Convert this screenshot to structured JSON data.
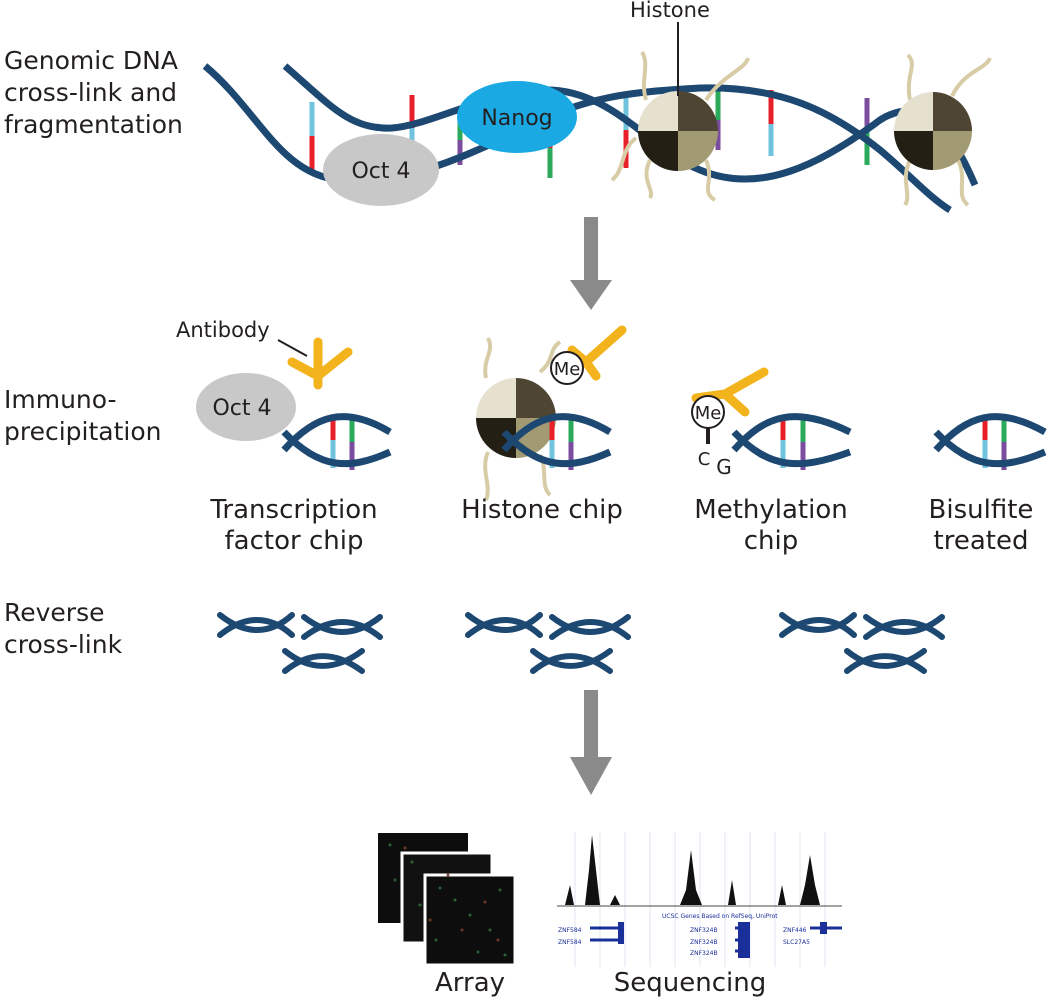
{
  "diagram": {
    "stage_labels": {
      "genomic": [
        "Genomic DNA",
        "cross-link and",
        "fragmentation"
      ],
      "immuno": [
        "Immuno-",
        "precipitation"
      ],
      "reverse": [
        "Reverse",
        "cross-link"
      ]
    },
    "callouts": {
      "histone": "Histone",
      "antibody": "Antibody",
      "methyl": "Me",
      "cpg_c": "C",
      "cpg_g": "G"
    },
    "proteins": {
      "oct4": "Oct 4",
      "nanog": "Nanog"
    },
    "methods": {
      "tf_chip": [
        "Transcription",
        "factor chip"
      ],
      "histone_chip": [
        "Histone chip"
      ],
      "methylation_chip": [
        "Methylation",
        "chip"
      ],
      "bisulfite": [
        "Bisulfite",
        "treated"
      ]
    },
    "readouts": {
      "array": "Array",
      "sequencing": "Sequencing",
      "browser_header": "UCSC Genes Based on RefSeq, UniProt",
      "genes_left": [
        "ZNF584",
        "ZNF584"
      ],
      "genes_mid": [
        "ZNF324B",
        "ZNF324B",
        "ZNF324B"
      ],
      "genes_right": [
        "ZNF446",
        "SLC27A5"
      ]
    },
    "colors": {
      "dna_strand": "#1c4872",
      "base_red": "#e8202a",
      "base_blue": "#6fc3dd",
      "base_green": "#2aaa5a",
      "base_purple": "#7a4d9f",
      "oct4": "#c8c8c8",
      "nanog": "#1ba9e4",
      "antibody": "#f3b31d",
      "histone_tail": "#d8cca6",
      "arrow": "#8a8a8a"
    }
  }
}
